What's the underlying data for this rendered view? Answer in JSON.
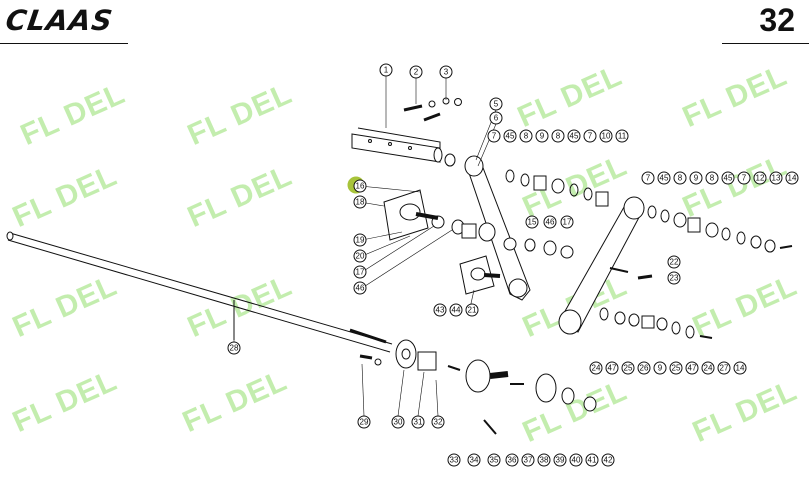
{
  "header": {
    "brand": "CLAAS",
    "page_number": "32"
  },
  "watermark": {
    "text": "FL  DEL",
    "color": "#b9eba0"
  },
  "callouts": {
    "c1": "1",
    "c2": "2",
    "c3": "3",
    "c5": "5",
    "c6": "6",
    "c7a": "7",
    "c45a": "45",
    "c8a": "8",
    "c9a": "9",
    "c8b": "8",
    "c45b": "45",
    "c7b": "7",
    "c10": "10",
    "c11": "11",
    "c7c": "7",
    "c45c": "45",
    "c8c": "8",
    "c9b": "9",
    "c8d": "8",
    "c45d": "45",
    "c7d": "7",
    "c12": "12",
    "c13": "13",
    "c14a": "14",
    "c16": "16",
    "c18": "18",
    "c15": "15",
    "c46a": "46",
    "c17a": "17",
    "c22": "22",
    "c23": "23",
    "c19": "19",
    "c20": "20",
    "c17b": "17",
    "c46b": "46",
    "c43": "43",
    "c44": "44",
    "c21": "21",
    "c28": "28",
    "c24a": "24",
    "c47a": "47",
    "c25": "25",
    "c26": "26",
    "c9c": "9",
    "c25b": "25",
    "c47b": "47",
    "c24b": "24",
    "c27": "27",
    "c14b": "14",
    "c29": "29",
    "c30": "30",
    "c31": "31",
    "c32": "32",
    "c33": "33",
    "c34": "34",
    "c35": "35",
    "c36": "36",
    "c37": "37",
    "c38": "38",
    "c39": "39",
    "c40": "40",
    "c41": "41",
    "c42": "42"
  },
  "highlight_color": "#a8c43a"
}
